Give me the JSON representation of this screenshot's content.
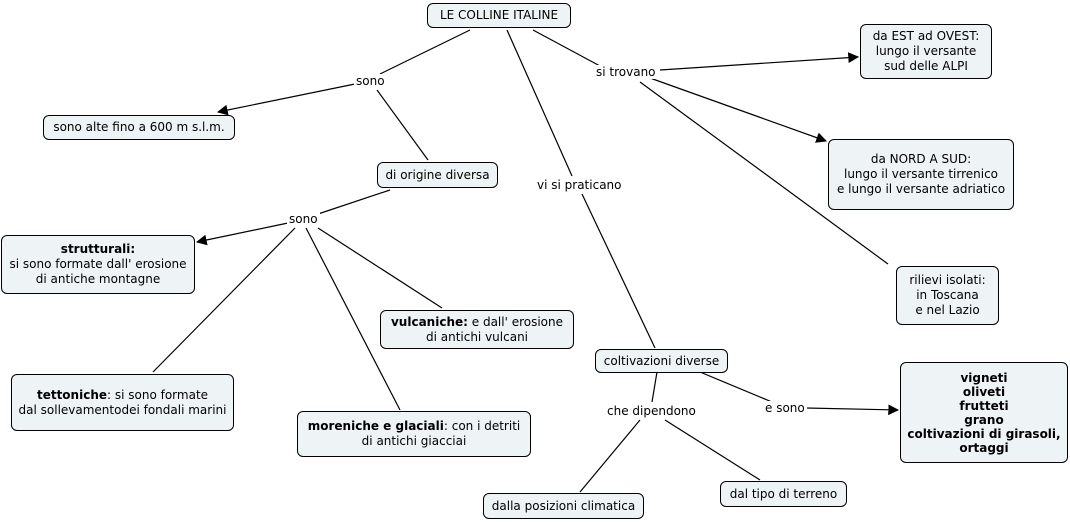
{
  "nodes": {
    "root": "LE COLLINE ITALINE",
    "altezza": "sono alte fino a 600 m s.l.m.",
    "origine": "di origine diversa",
    "est_ovest": [
      "da EST ad OVEST:",
      "lungo il versante",
      "sud delle ALPI"
    ],
    "nord_sud": [
      "da NORD A SUD:",
      "lungo il versante tirrenico",
      "e lungo il versante adriatico"
    ],
    "rilievi": [
      "rilievi isolati:",
      "in Toscana",
      "e nel Lazio"
    ],
    "strutturali": {
      "bold": "strutturali:",
      "lines": [
        "si sono formate dall' erosione",
        "di antiche montagne"
      ]
    },
    "vulcaniche": {
      "bold": "vulcaniche:",
      "rest": " e dall' erosione",
      "line2": "di antichi vulcani"
    },
    "tettoniche": {
      "bold": "tettoniche",
      "rest": ": si sono formate",
      "line2": "dal sollevamentodei fondali marini"
    },
    "moreniche": {
      "bold": "moreniche e glaciali",
      "rest": ": con i detriti",
      "line2": "di antichi giacciai"
    },
    "coltivazioni": "coltivazioni diverse",
    "prodotti": [
      "vigneti",
      "oliveti",
      "frutteti",
      "grano",
      "coltivazioni di girasoli,",
      "ortaggi"
    ],
    "climatica": "dalla posizioni climatica",
    "terreno": "dal tipo di terreno"
  },
  "labels": {
    "sono_1": "sono",
    "trovano": "si trovano",
    "praticano": "vi si praticano",
    "sono_2": "sono",
    "dipendono": "che dipendono",
    "e_sono": "e sono"
  }
}
